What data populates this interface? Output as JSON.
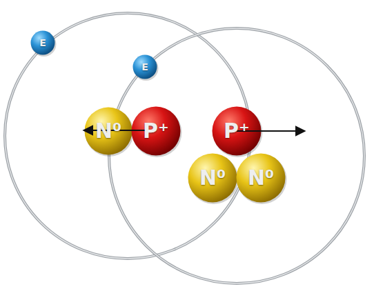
{
  "diagram": {
    "nodes": [
      {
        "text": [
          "E"
        ]
      },
      {
        "text": [
          "E"
        ]
      },
      {
        "text": [
          "N⁰"
        ]
      },
      {
        "text": [
          "P⁺"
        ]
      },
      {
        "text": [
          "P⁺"
        ]
      },
      {
        "text": [
          "N⁰"
        ]
      },
      {
        "text": [
          "N⁰"
        ]
      }
    ]
  }
}
